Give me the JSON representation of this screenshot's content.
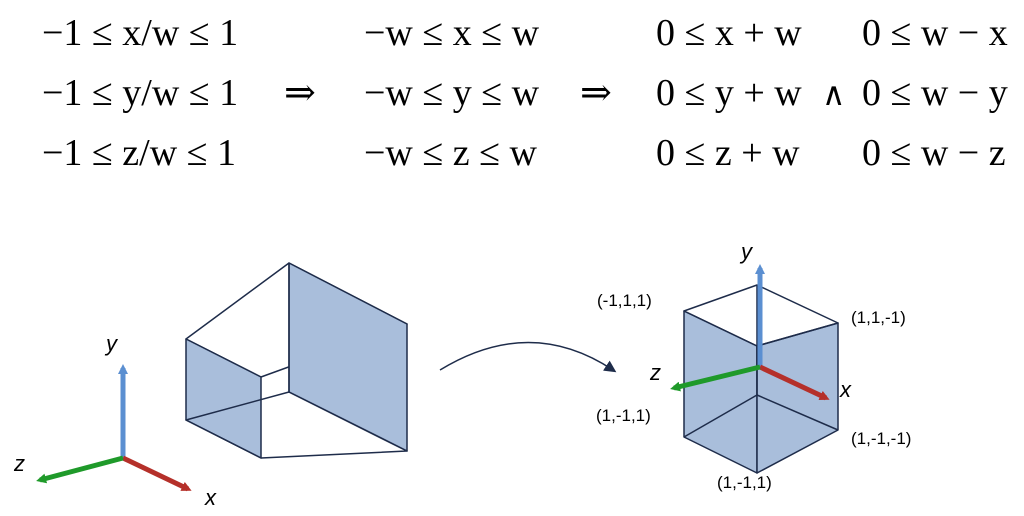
{
  "equations": {
    "col1": [
      "−1 ≤ x/w ≤ 1",
      "−1 ≤ y/w ≤ 1",
      "−1 ≤ z/w ≤ 1"
    ],
    "col2": [
      "−w ≤ x ≤ w",
      "−w ≤ y ≤ w",
      "−w ≤ z ≤ w"
    ],
    "col3": [
      "0 ≤ x + w",
      "0 ≤ y + w",
      "0 ≤ z + w"
    ],
    "col4": [
      "0 ≤ w − x",
      "0 ≤ w − y",
      "0 ≤ w − z"
    ],
    "implies": "⇒",
    "and": "∧"
  },
  "left_axes": {
    "x": "x",
    "y": "y",
    "z": "z"
  },
  "right_axes": {
    "x": "x",
    "y": "y",
    "z": "z"
  },
  "cube_labels": {
    "top_left": "(-1,1,1)",
    "top_right": "(1,1,-1)",
    "mid_left": "(1,-1,1)",
    "bottom_right": "(1,-1,-1)",
    "bottom": "(1,-1,1)"
  },
  "colors": {
    "face_fill": "#a9bedb",
    "edge": "#1e2c4a",
    "x_axis": "#b5302a",
    "y_axis": "#5b8fd1",
    "z_axis": "#1f9a2a"
  }
}
